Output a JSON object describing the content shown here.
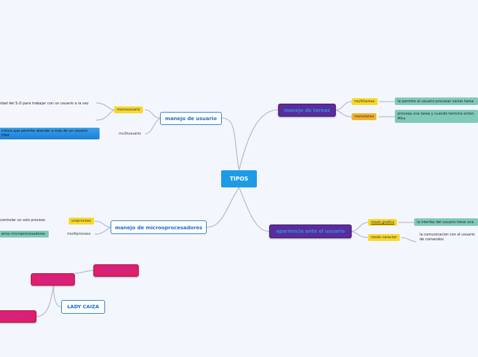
{
  "center": "TIPOS",
  "left_top": {
    "title": "manejo de usuario",
    "branches": [
      {
        "label": "monousuario",
        "detail": "idad del S.O para trabajar con un usuario a la vez"
      },
      {
        "label": "multiusuario",
        "detail": "ristica que permite atender a mas de un usuario",
        "detail2": "mpo"
      }
    ]
  },
  "left_bottom": {
    "title": "manejo de microoprocesadores",
    "branches": [
      {
        "label": "uniproceso",
        "detail": "controlar un solo proceso"
      },
      {
        "label": "multiproceso",
        "detail": "arios microprocesadores"
      }
    ]
  },
  "right_top": {
    "title": "manejo de tareas",
    "branches": [
      {
        "label": "multitareas",
        "detail": "le permite al usuario procesar varias tarea"
      },
      {
        "label": "monotarea",
        "detail": "procesa una tarea y cuando termina enton",
        "detail2": "Mira"
      }
    ]
  },
  "right_bottom": {
    "title": "apariencia  ante el usuario",
    "branches": [
      {
        "label": "modo grafico",
        "detail": "la interfaz del usuario tiene una"
      },
      {
        "label": "modo caracter",
        "detail": "la comunicacion con el usuario",
        "detail2": "de comandos"
      }
    ]
  },
  "credits": {
    "title": "integrantes",
    "members": [
      "ROSARIO S",
      "LADY CAIZA",
      "TRIUMPHE"
    ]
  }
}
